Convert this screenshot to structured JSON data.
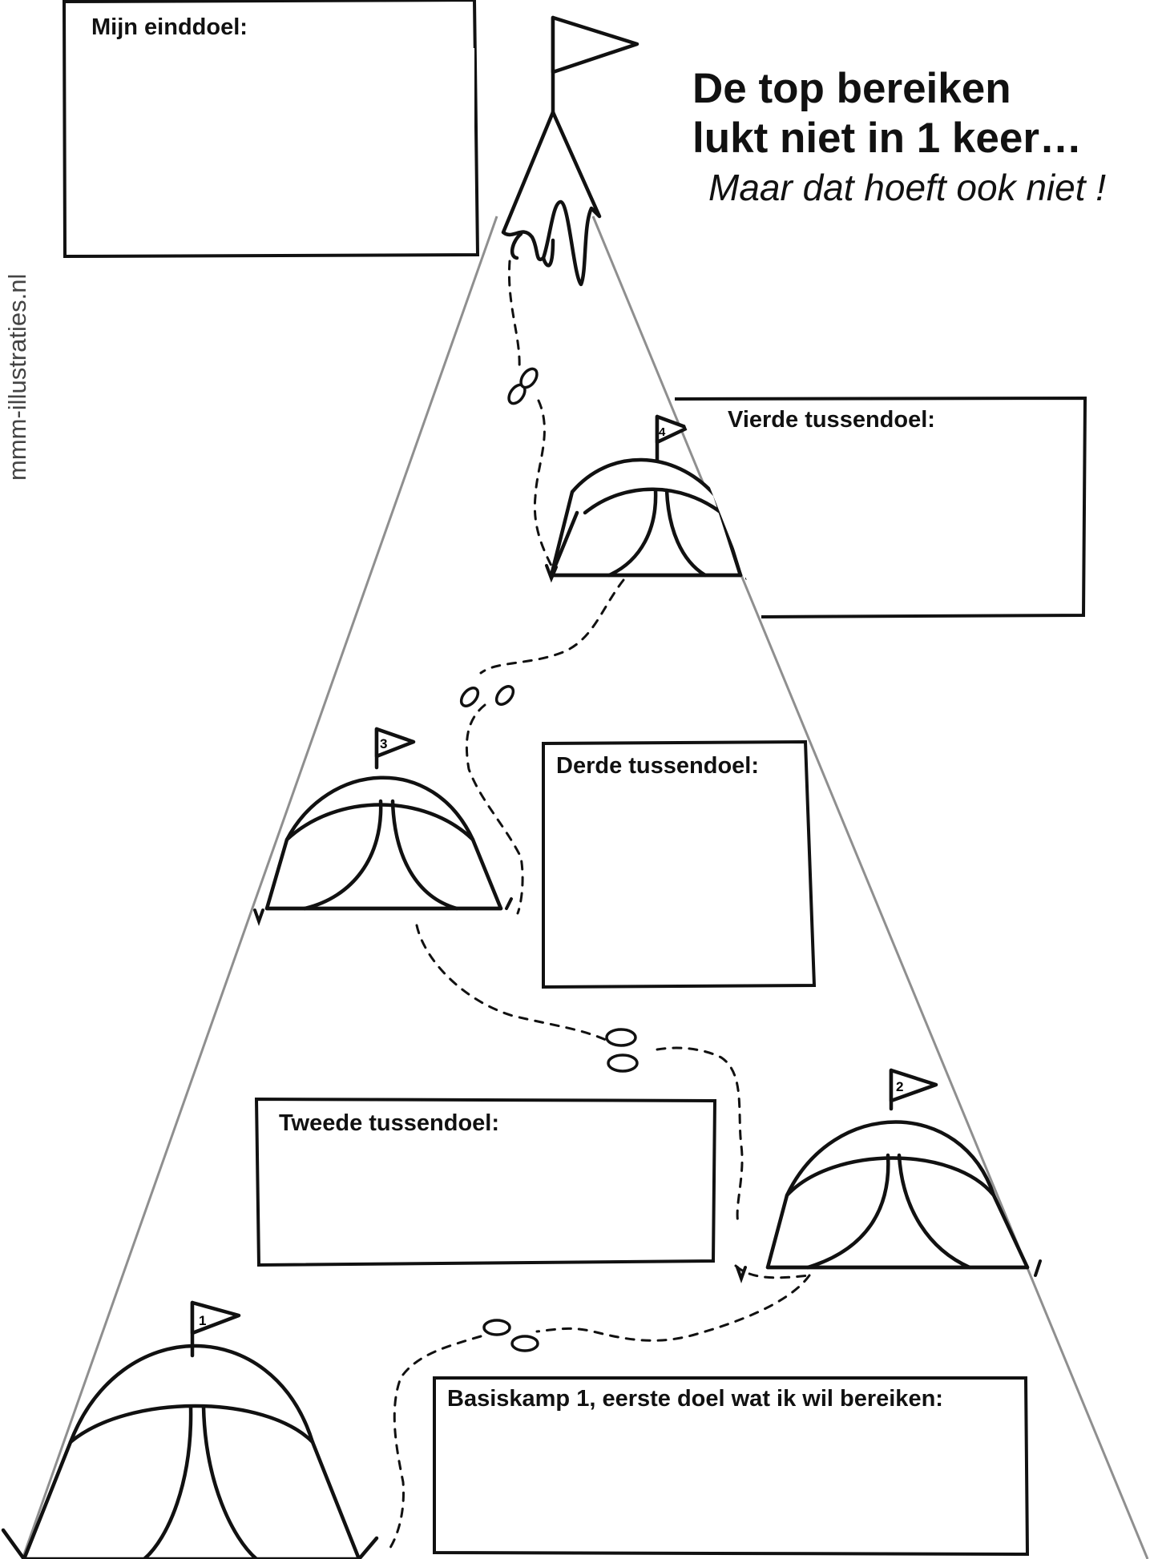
{
  "watermark": "mmm-illustraties.nl",
  "headline": {
    "line1": "De top bereiken",
    "line2": "lukt niet in 1 keer…",
    "subline": "Maar dat hoeft ook niet !"
  },
  "goals": {
    "einddoel": "Mijn einddoel:",
    "vierde": "Vierde tussendoel:",
    "derde": "Derde tussendoel:",
    "tweede": "Tweede tussendoel:",
    "basiskamp": "Basiskamp 1, eerste doel wat ik wil bereiken:"
  },
  "tent_flags": [
    "1",
    "2",
    "3",
    "4"
  ]
}
